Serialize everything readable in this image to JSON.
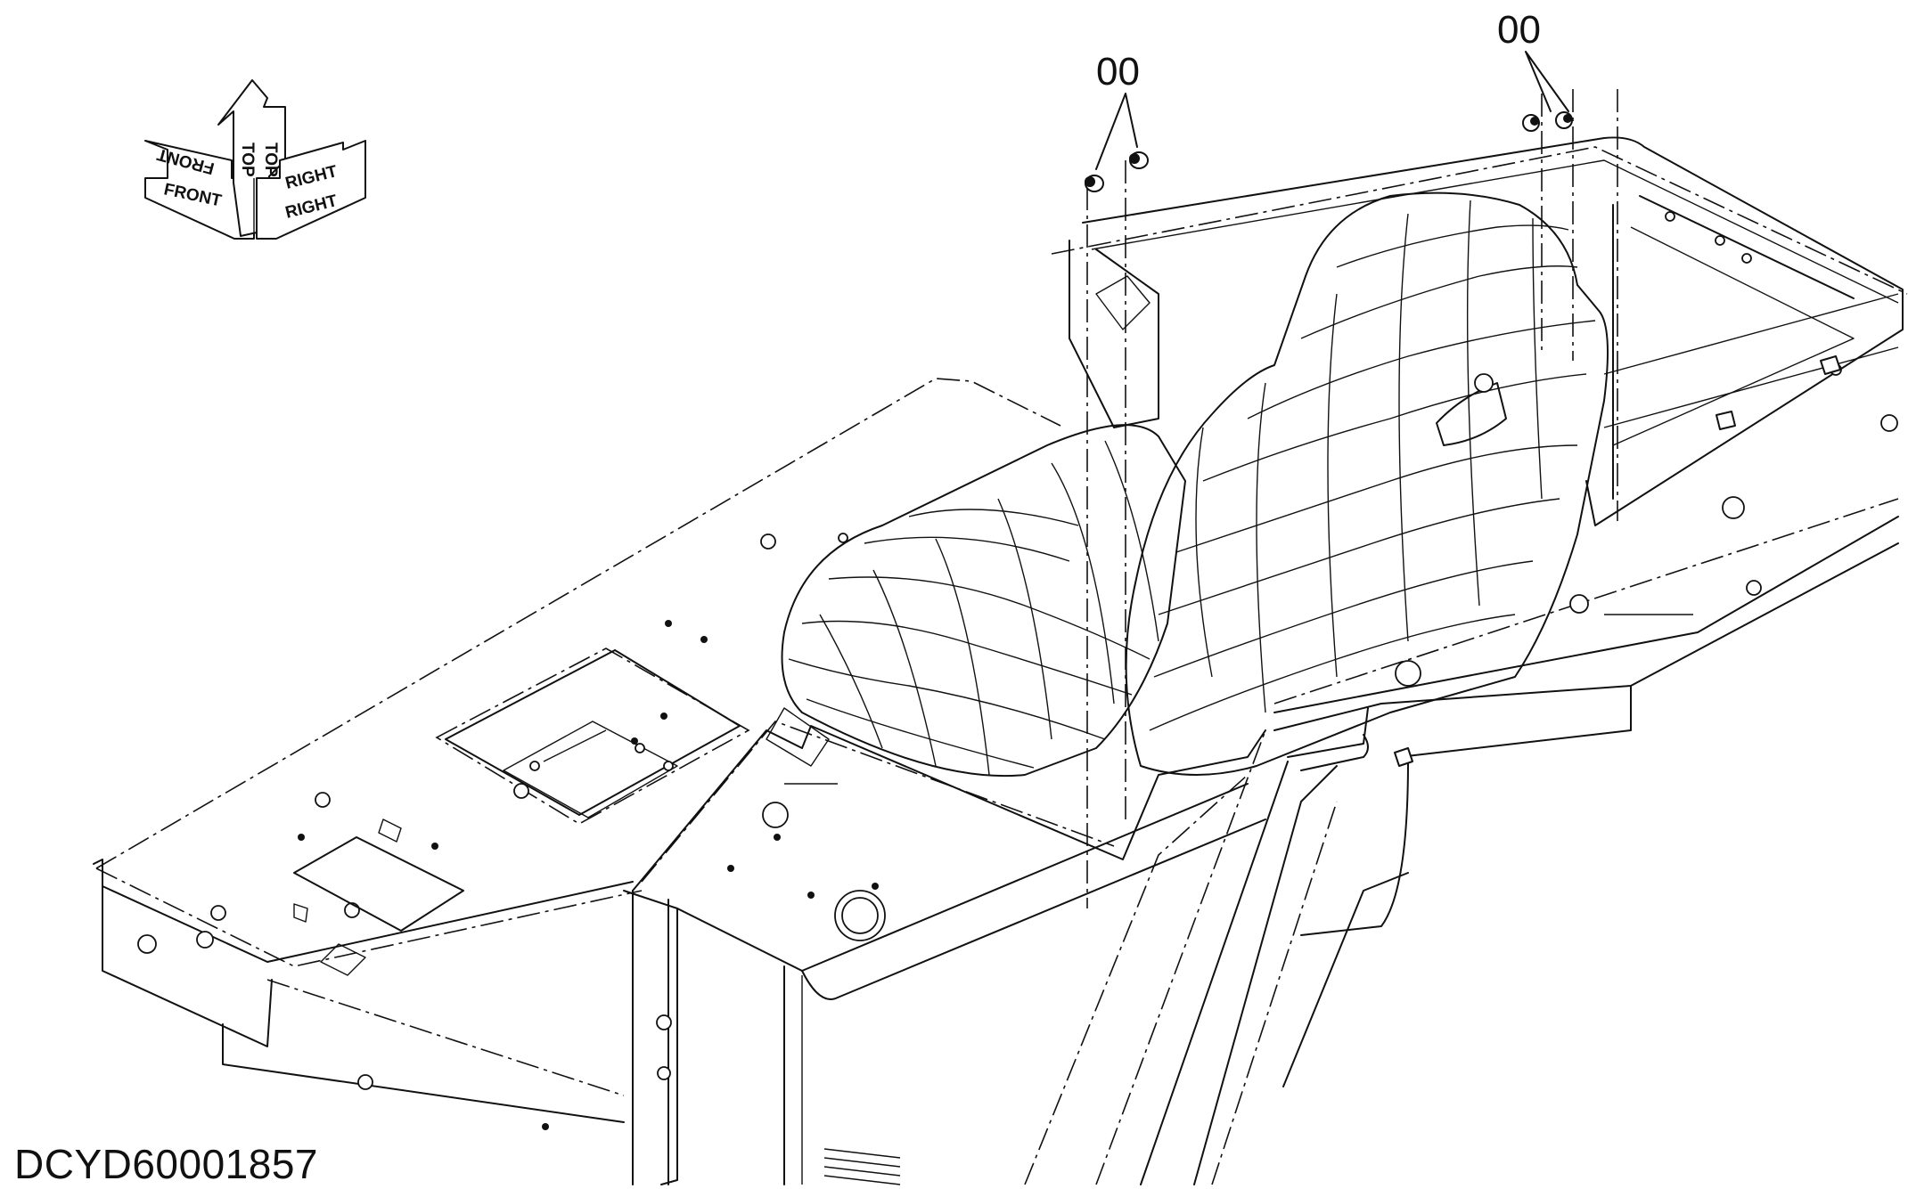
{
  "orientation_indicator": {
    "front_label": "FRONT",
    "top_label": "TOP",
    "right_label": "RIGHT"
  },
  "callouts": [
    {
      "label": "00",
      "part": "seat-bolts-front"
    },
    {
      "label": "00",
      "part": "seat-bolts-rear"
    }
  ],
  "drawing_number": "DCYD60001857"
}
